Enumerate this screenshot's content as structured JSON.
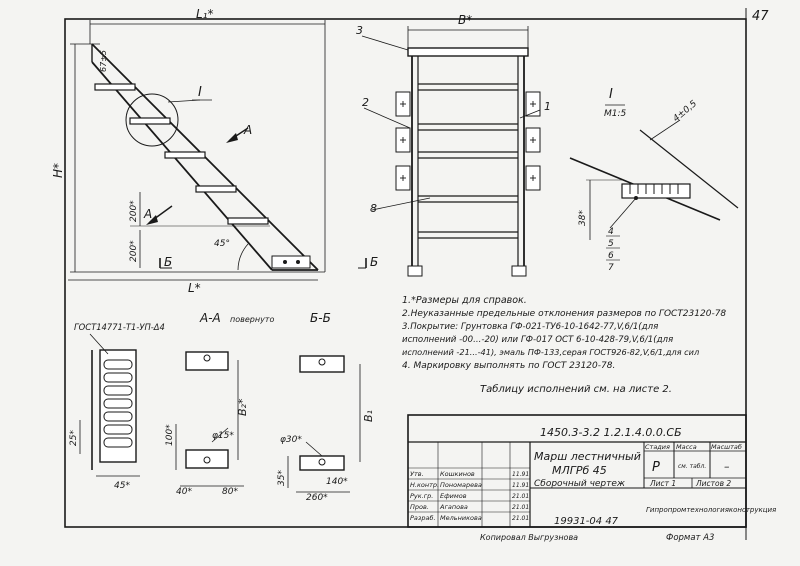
{
  "page_number": "47",
  "main_view": {
    "dim_top": "L₁*",
    "dim_bottom": "L*",
    "dim_height": "Н*",
    "dim_step": "200*",
    "dim_step_low": "200*",
    "dim_offset": "67±5",
    "angle": "45°",
    "callout_detail": "I",
    "section_a_upper": "А",
    "section_a_lower": "А",
    "section_b": "Б"
  },
  "side_view": {
    "dim_width": "В*",
    "leader_3": "3",
    "leader_2": "2",
    "leader_1": "1",
    "leader_8": "8",
    "section_b": "Б"
  },
  "detail_view": {
    "title": "I",
    "scale": "М1:5",
    "dim_angle": "4±0,5",
    "dim_height": "38*",
    "leader_4": "4",
    "leader_5": "5",
    "leader_6": "6",
    "leader_7": "7"
  },
  "notes": [
    "1.*Размеры  для справок.",
    "2.Неуказанные предельные отклонения размеров по ГОСТ23120-78",
    "3.Покрытие: Грунтовка ГФ-021-ТУ6-10-1642-77,V,6/1(для",
    "   исполнений -00...-20) или ГФ-017 ОСТ 6-10-428-79,V,6/1(для",
    "   исполнений -21...-41), эмаль ПФ-133,серая ГОСТ926-82,V,6/1,для сил",
    "4. Маркировку выполнять по ГОСТ 23120-78."
  ],
  "table_ref": "Таблицу исполнений см. на листе 2.",
  "section_aa": {
    "title": "А-А",
    "subtitle": "повернуто",
    "gost": "ГОСТ14771-Т1-УП-Δ4",
    "dim_25": "25*",
    "dim_45": "45*",
    "dim_100": "100*",
    "dim_40": "40*",
    "dim_80": "80*",
    "dim_b2": "В₂*",
    "dim_phi15": "φ15*"
  },
  "section_bb": {
    "title": "Б-Б",
    "dim_b1": "В₁",
    "dim_phi30": "φ30*",
    "dim_35": "35*",
    "dim_140": "140*",
    "dim_260": "260*"
  },
  "title_block": {
    "doc_code": "1450.3-3.2  1.2.1.4.0.0.СБ",
    "name_line1": "Марш лестничный",
    "name_line2": "МЛГРб 45",
    "doc_type": "Сборочный чертеж",
    "col_stage": "Стадия",
    "col_mass": "Масса",
    "col_scale": "Масштаб",
    "stage": "Р",
    "mass": "см. табл.",
    "scale": "–",
    "sheet": "Лист 1",
    "sheets": "Листов 2",
    "organization": "Гипропромтехнологияконструкция",
    "signatures": [
      {
        "role": "Утв.",
        "name": "Кошкинов",
        "date": "11.91"
      },
      {
        "role": "Н.контр.",
        "name": "Пономарева",
        "date": "11.91"
      },
      {
        "role": "Рук.гр.",
        "name": "Ефимов",
        "date": "21.01"
      },
      {
        "role": "Пров.",
        "name": "Агапова",
        "date": "21.01"
      },
      {
        "role": "Разраб.",
        "name": "Мельникова",
        "date": "21.01"
      }
    ]
  },
  "footer": {
    "code": "19931-04  47",
    "copied": "Копировал  Выгрузнова",
    "format": "Формат А3"
  }
}
